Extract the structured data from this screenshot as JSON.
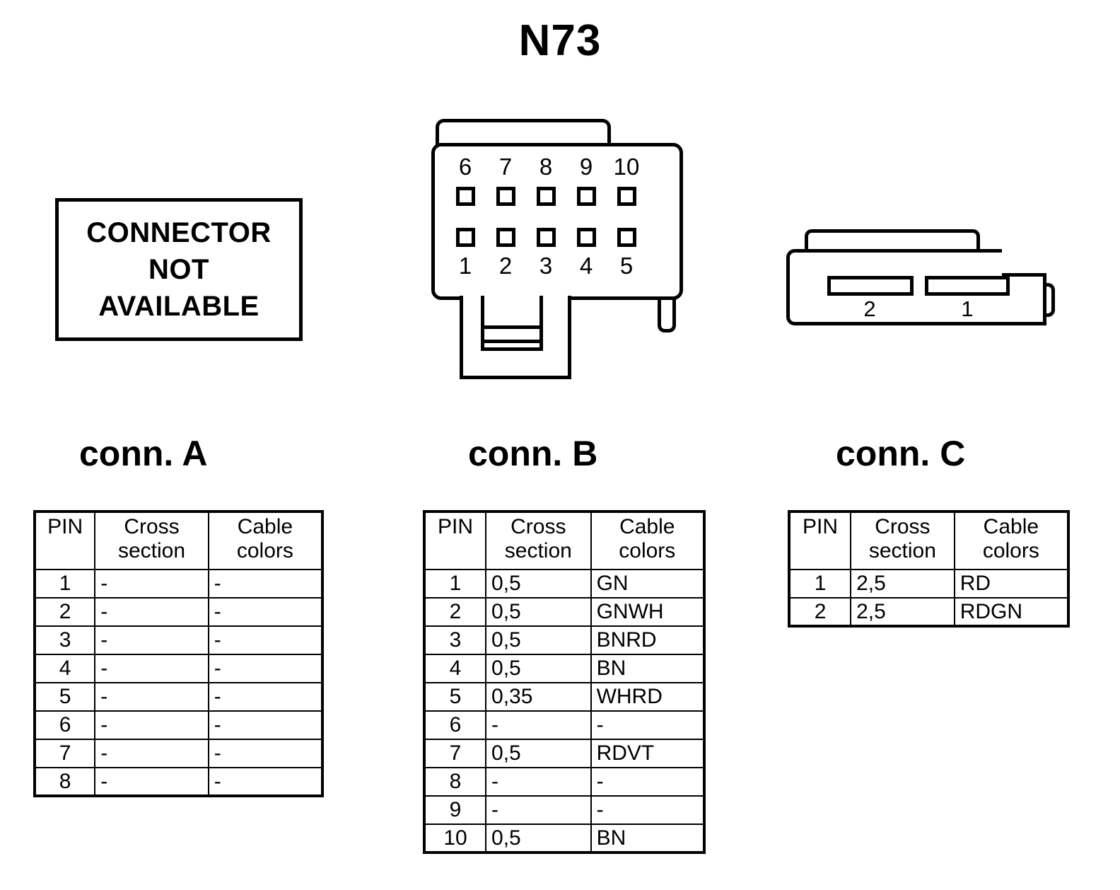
{
  "title": "N73",
  "not_available_box": {
    "lines": [
      "CONNECTOR",
      "NOT",
      "AVAILABLE"
    ]
  },
  "headings": {
    "conn_a": "conn. A",
    "conn_b": "conn. B",
    "conn_c": "conn. C"
  },
  "table_headers": {
    "pin": "PIN",
    "cross_line1": "Cross",
    "cross_line2": "section",
    "colors_line1": "Cable",
    "colors_line2": "colors"
  },
  "connector_b_drawing": {
    "top_row_labels": [
      "6",
      "7",
      "8",
      "9",
      "10"
    ],
    "bottom_row_labels": [
      "1",
      "2",
      "3",
      "4",
      "5"
    ]
  },
  "connector_c_drawing": {
    "slot_labels": [
      "2",
      "1"
    ]
  },
  "conn_a": {
    "rows": [
      {
        "pin": "1",
        "cross_section": "-",
        "cable_colors": "-"
      },
      {
        "pin": "2",
        "cross_section": "-",
        "cable_colors": "-"
      },
      {
        "pin": "3",
        "cross_section": "-",
        "cable_colors": "-"
      },
      {
        "pin": "4",
        "cross_section": "-",
        "cable_colors": "-"
      },
      {
        "pin": "5",
        "cross_section": "-",
        "cable_colors": "-"
      },
      {
        "pin": "6",
        "cross_section": "-",
        "cable_colors": "-"
      },
      {
        "pin": "7",
        "cross_section": "-",
        "cable_colors": "-"
      },
      {
        "pin": "8",
        "cross_section": "-",
        "cable_colors": "-"
      }
    ]
  },
  "conn_b": {
    "rows": [
      {
        "pin": "1",
        "cross_section": "0,5",
        "cable_colors": "GN"
      },
      {
        "pin": "2",
        "cross_section": "0,5",
        "cable_colors": "GNWH"
      },
      {
        "pin": "3",
        "cross_section": "0,5",
        "cable_colors": "BNRD"
      },
      {
        "pin": "4",
        "cross_section": "0,5",
        "cable_colors": "BN"
      },
      {
        "pin": "5",
        "cross_section": "0,35",
        "cable_colors": "WHRD"
      },
      {
        "pin": "6",
        "cross_section": "-",
        "cable_colors": "-"
      },
      {
        "pin": "7",
        "cross_section": "0,5",
        "cable_colors": "RDVT"
      },
      {
        "pin": "8",
        "cross_section": "-",
        "cable_colors": "-"
      },
      {
        "pin": "9",
        "cross_section": "-",
        "cable_colors": "-"
      },
      {
        "pin": "10",
        "cross_section": "0,5",
        "cable_colors": "BN"
      }
    ]
  },
  "conn_c": {
    "rows": [
      {
        "pin": "1",
        "cross_section": "2,5",
        "cable_colors": "RD"
      },
      {
        "pin": "2",
        "cross_section": "2,5",
        "cable_colors": "RDGN"
      }
    ]
  },
  "colors": {
    "ink": "#000000",
    "paper": "#ffffff"
  }
}
